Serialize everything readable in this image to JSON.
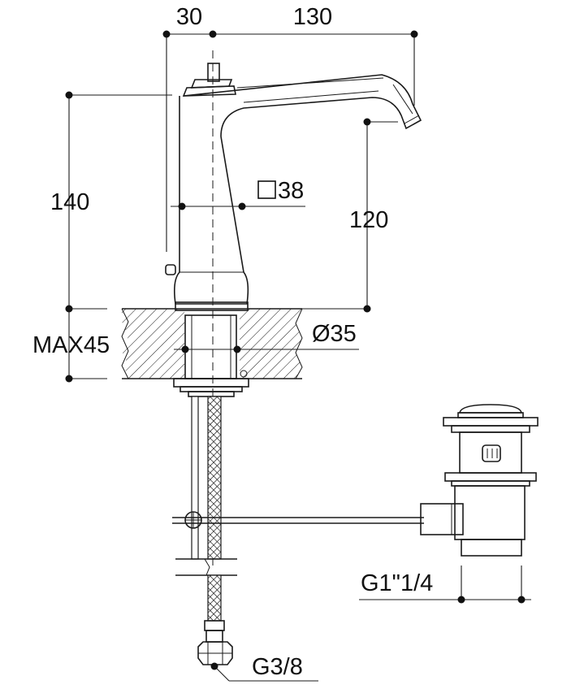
{
  "dimensions": {
    "width_left": "30",
    "width_spout": "130",
    "height_total": "140",
    "height_spout": "120",
    "body_square": "38",
    "hole_diameter": "Ø35",
    "max_thickness": "MAX45",
    "waste_thread": "G1\"1/4",
    "hose_thread": "G3/8"
  }
}
